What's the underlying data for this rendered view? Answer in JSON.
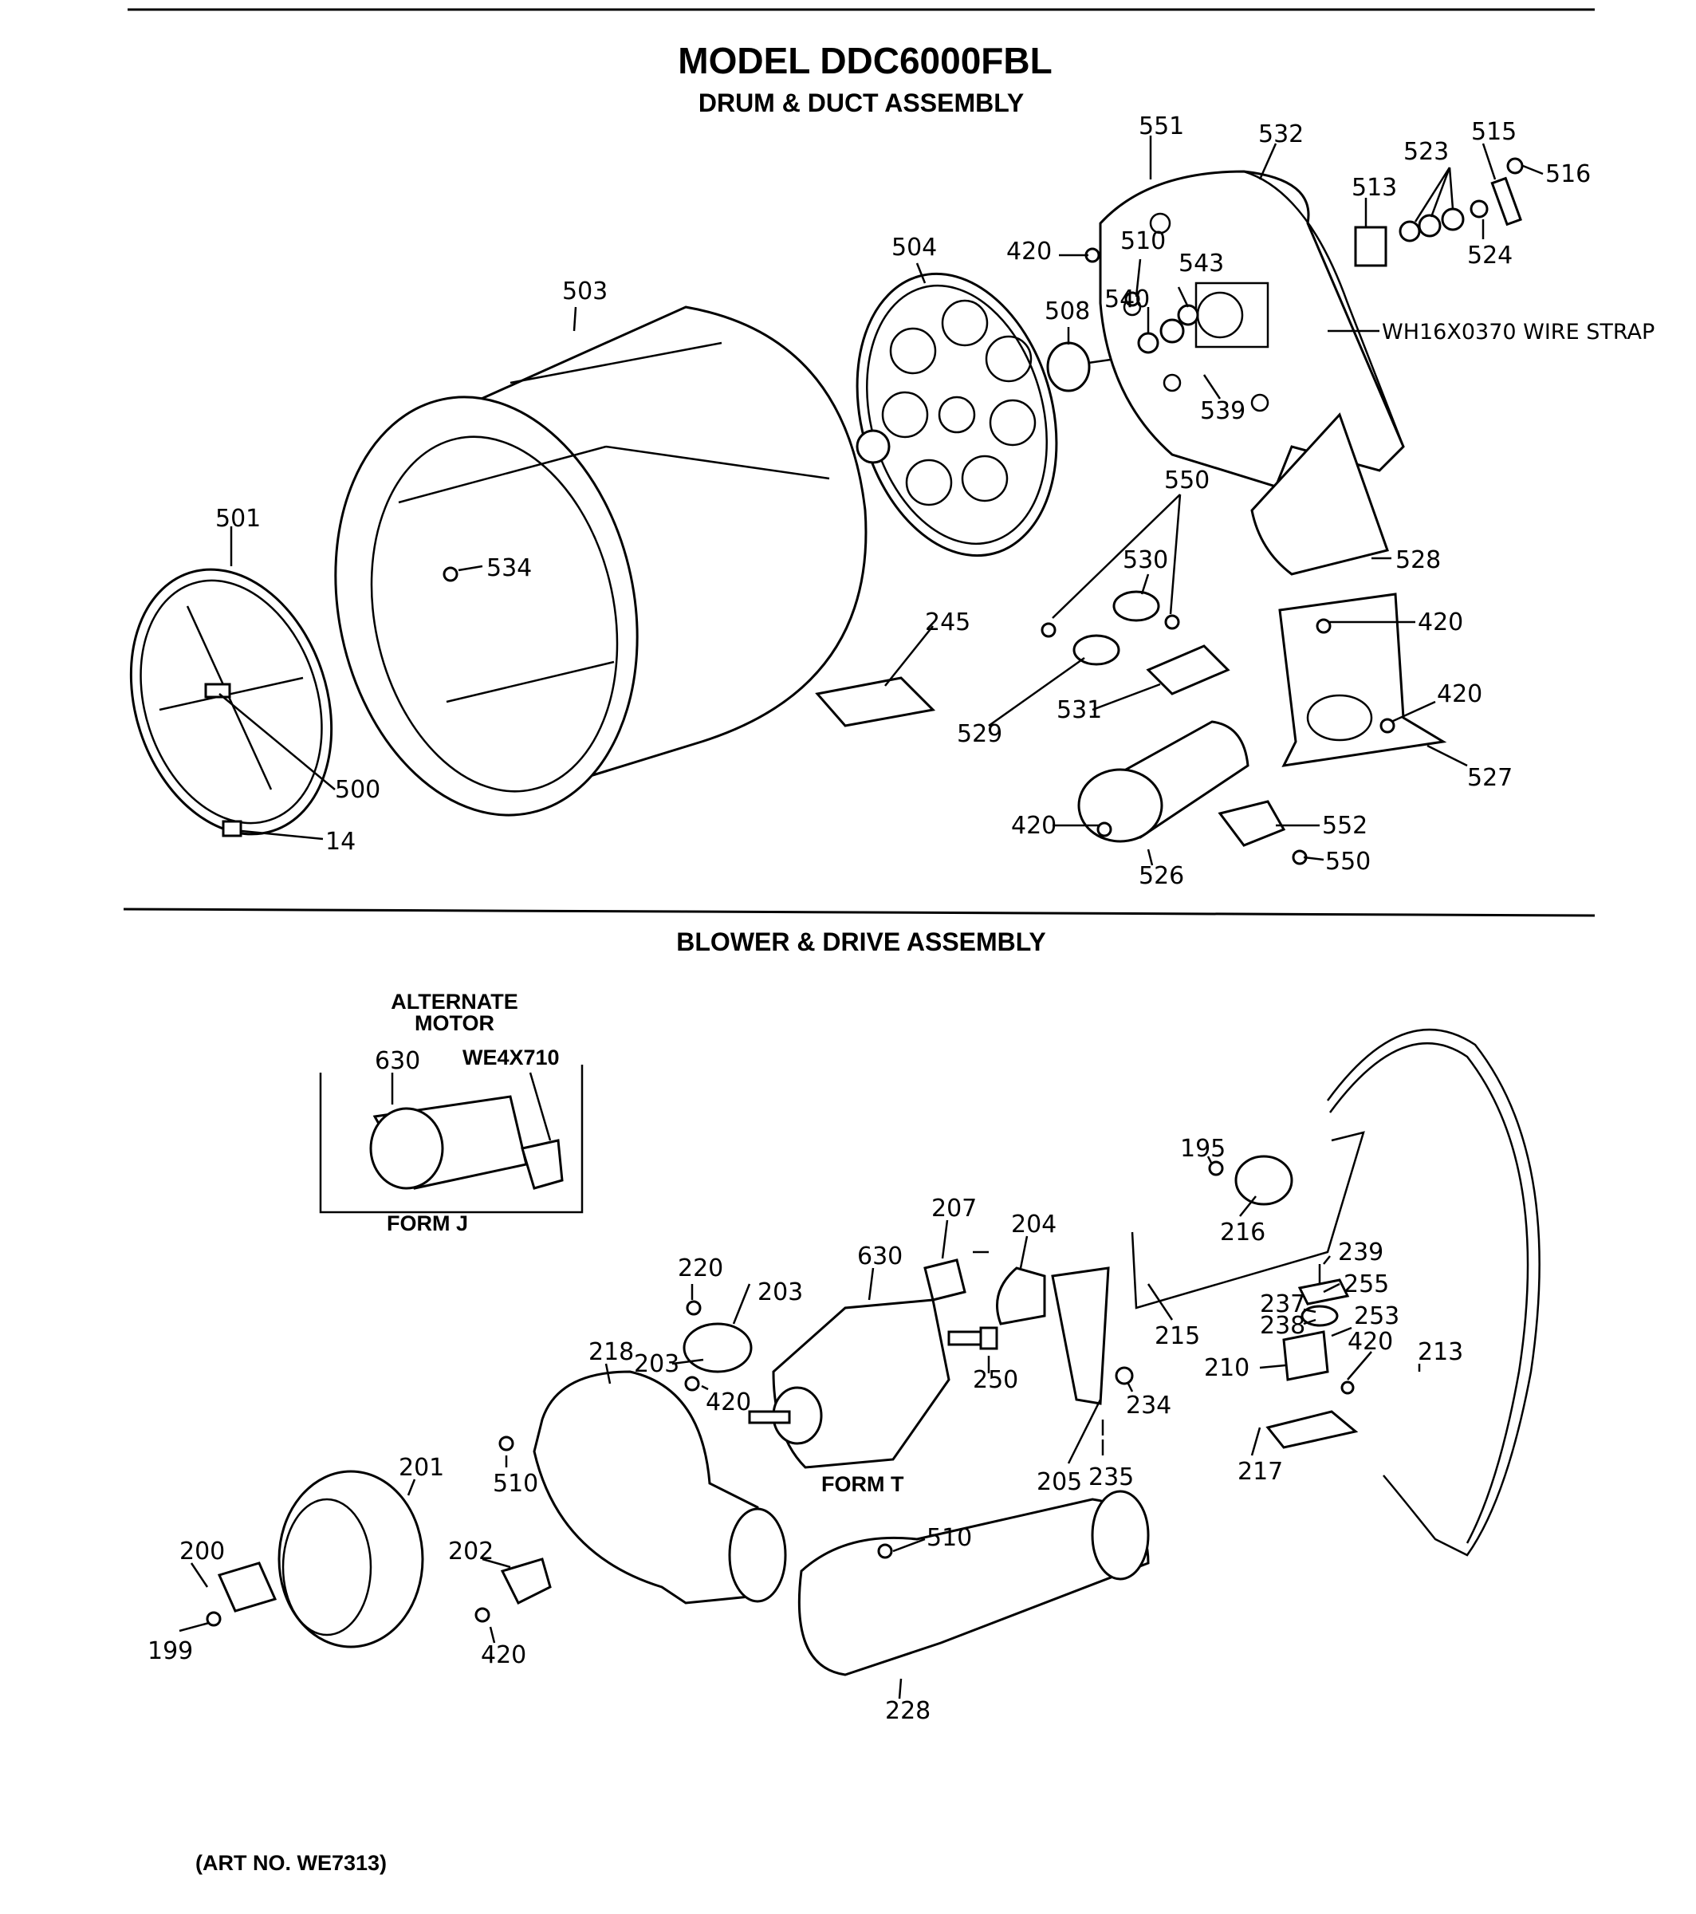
{
  "title": "MODEL DDC6000FBL",
  "section_drum": "DRUM & DUCT ASSEMBLY",
  "section_blower": "BLOWER & DRIVE ASSEMBLY",
  "art_no": "(ART NO. WE7313)",
  "alternate_motor": {
    "label_line1": "ALTERNATE",
    "label_line2": "MOTOR",
    "form": "FORM J",
    "part_code": "WE4X710"
  },
  "form_t": "FORM T",
  "wire_strap": "WH16X0370 WIRE STRAP",
  "callouts_drum": [
    "551",
    "532",
    "515",
    "523",
    "516",
    "513",
    "524",
    "504",
    "420",
    "510",
    "543",
    "508",
    "540",
    "503",
    "539",
    "550",
    "501",
    "534",
    "530",
    "528",
    "245",
    "420",
    "420",
    "529",
    "531",
    "527",
    "500",
    "14",
    "420",
    "552",
    "526",
    "550"
  ],
  "callouts_blower": [
    "630",
    "207",
    "204",
    "195",
    "216",
    "239",
    "220",
    "203",
    "630",
    "255",
    "237",
    "238",
    "253",
    "218",
    "203",
    "420",
    "250",
    "215",
    "420",
    "210",
    "213",
    "234",
    "510",
    "205",
    "235",
    "217",
    "201",
    "510",
    "200",
    "202",
    "199",
    "420",
    "228"
  ]
}
